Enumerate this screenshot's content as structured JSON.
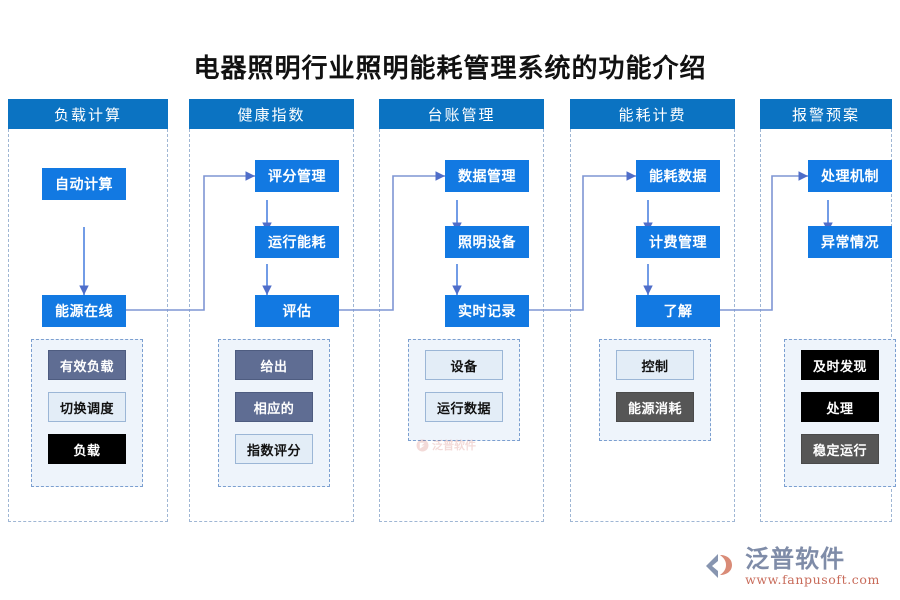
{
  "page": {
    "title": "电器照明行业照明能耗管理系统的功能介绍"
  },
  "diagram": {
    "type": "flowchart",
    "columns": [
      {
        "header": "负载计算",
        "flow": [
          "自动计算",
          "能源在线"
        ],
        "tiles": [
          {
            "label": "有效负载",
            "style": "slate"
          },
          {
            "label": "切换调度",
            "style": "light"
          },
          {
            "label": "负载",
            "style": "black"
          }
        ]
      },
      {
        "header": "健康指数",
        "flow": [
          "评分管理",
          "运行能耗",
          "评估"
        ],
        "tiles": [
          {
            "label": "给出",
            "style": "slate"
          },
          {
            "label": "相应的",
            "style": "slate"
          },
          {
            "label": "指数评分",
            "style": "light"
          }
        ]
      },
      {
        "header": "台账管理",
        "flow": [
          "数据管理",
          "照明设备",
          "实时记录"
        ],
        "tiles": [
          {
            "label": "设备",
            "style": "light"
          },
          {
            "label": "运行数据",
            "style": "light"
          }
        ]
      },
      {
        "header": "能耗计费",
        "flow": [
          "能耗数据",
          "计费管理",
          "了解"
        ],
        "tiles": [
          {
            "label": "控制",
            "style": "light"
          },
          {
            "label": "能源消耗",
            "style": "gray"
          }
        ]
      },
      {
        "header": "报警预案",
        "flow": [
          "处理机制",
          "异常情况"
        ],
        "tiles": [
          {
            "label": "及时发现",
            "style": "black"
          },
          {
            "label": "处理",
            "style": "black"
          },
          {
            "label": "稳定运行",
            "style": "gray"
          }
        ]
      }
    ]
  },
  "brand": {
    "name": "泛普软件",
    "url": "www.fanpusoft.com",
    "watermark": "泛普软件"
  },
  "colors": {
    "header_blue": "#0b73c2",
    "box_blue": "#1279e2",
    "connector": "#7f95d4",
    "dashed_border": "#9fb6d4",
    "subgroup_bg": "#eef4fb",
    "tile_light": "#e3edf7",
    "tile_slate": "#5f6d93",
    "tile_black": "#000000",
    "tile_gray": "#565656",
    "brand_name": "#7f8ca8",
    "brand_url": "#c86b5a"
  }
}
